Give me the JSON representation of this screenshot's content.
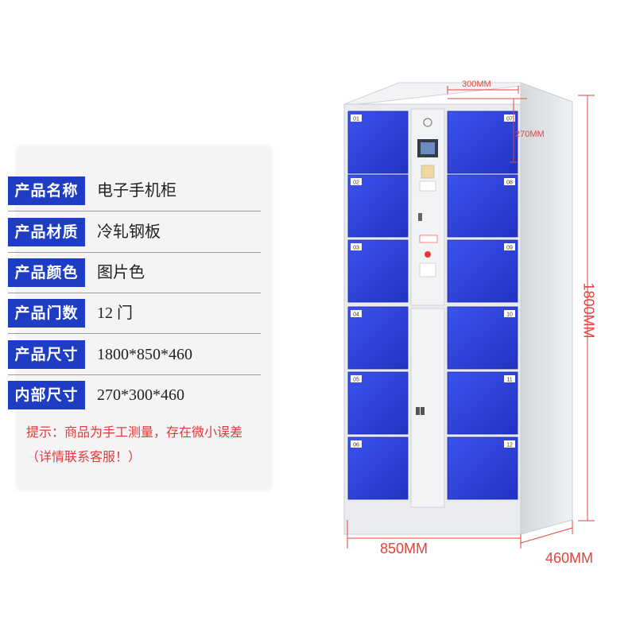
{
  "specs": [
    {
      "label": "产品名称",
      "value": "电子手机柜"
    },
    {
      "label": "产品材质",
      "value": "冷轧钢板"
    },
    {
      "label": "产品颜色",
      "value": "图片色"
    },
    {
      "label": "产品门数",
      "value": "12 门"
    },
    {
      "label": "产品尺寸",
      "value": "1800*850*460"
    },
    {
      "label": "内部尺寸",
      "value": "270*300*460"
    }
  ],
  "note": "提示：商品为手工测量，存在微小误差（详情联系客服！）",
  "dimensions": {
    "door_width": "300MM",
    "door_height": "270MM",
    "height": "1800MM",
    "width": "850MM",
    "depth": "460MM"
  },
  "locker_numbers": [
    "01",
    "02",
    "03",
    "04",
    "05",
    "06",
    "07",
    "08",
    "09",
    "10",
    "11",
    "12"
  ],
  "colors": {
    "label_bg": "#1f3cc4",
    "locker_blue": "#2b3fd6",
    "frame": "#e9ebee",
    "dimension_red": "#e0453e"
  }
}
